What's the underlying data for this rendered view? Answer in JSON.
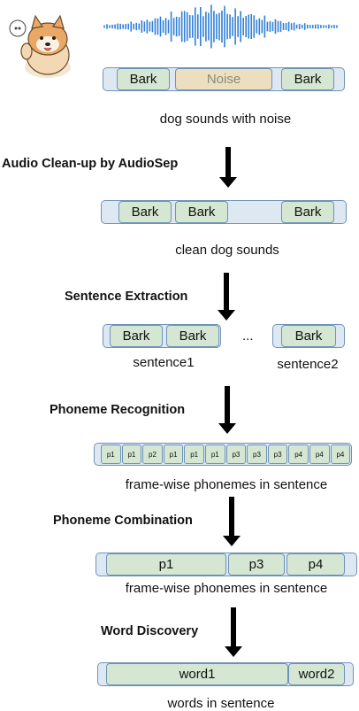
{
  "audio_bar": {
    "segments": [
      "Bark",
      "Noise",
      "Bark"
    ],
    "caption": "dog sounds with noise"
  },
  "step1": {
    "label": "Audio Clean-up by AudioSep"
  },
  "clean_bar": {
    "segments": [
      "Bark",
      "Bark",
      "Bark"
    ],
    "caption": "clean dog sounds"
  },
  "step2": {
    "label": "Sentence Extraction"
  },
  "sentences": {
    "s1_segments": [
      "Bark",
      "Bark"
    ],
    "s1_label": "sentence1",
    "ellipsis": "...",
    "s2_segments": [
      "Bark"
    ],
    "s2_label": "sentence2"
  },
  "step3": {
    "label": "Phoneme Recognition"
  },
  "frames": {
    "phonemes": [
      "p1",
      "p1",
      "p2",
      "p1",
      "p1",
      "p1",
      "p3",
      "p3",
      "p3",
      "p4",
      "p4",
      "p4"
    ],
    "caption": "frame-wise phonemes in sentence"
  },
  "step4": {
    "label": "Phoneme Combination"
  },
  "combined": {
    "segments": [
      "p1",
      "p3",
      "p4"
    ],
    "caption": "frame-wise phonemes in sentence"
  },
  "step5": {
    "label": "Word Discovery"
  },
  "words": {
    "segments": [
      "word1",
      "word2"
    ],
    "caption": "words in sentence"
  },
  "colors": {
    "segment": "#d5e6d2",
    "bar": "#dde8f3",
    "border": "#6f93b8",
    "noise": "#ecdfc0",
    "waveform": "#2f7fd8"
  }
}
